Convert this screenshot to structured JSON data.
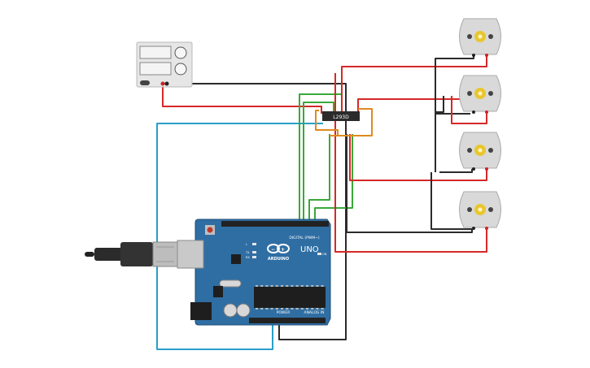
{
  "board": {
    "brand": "ARDUINO",
    "model": "UNO",
    "digital_label": "DIGITAL (PWM~)",
    "power_label": "POWER",
    "analog_label": "ANALOG IN",
    "tx": "TX",
    "rx": "RX",
    "l": "L",
    "on": "ON"
  },
  "driver": {
    "label": "L293D"
  },
  "power_supply": {},
  "motors": [
    {},
    {},
    {},
    {}
  ],
  "colors": {
    "board": "#2f6ea3",
    "wire_red": "#d62828",
    "wire_black": "#2b2b2b",
    "wire_green": "#3aa83a",
    "wire_blue": "#2a9fc9",
    "wire_orange": "#e08a1e",
    "motor_shaft": "#e9c62f"
  }
}
